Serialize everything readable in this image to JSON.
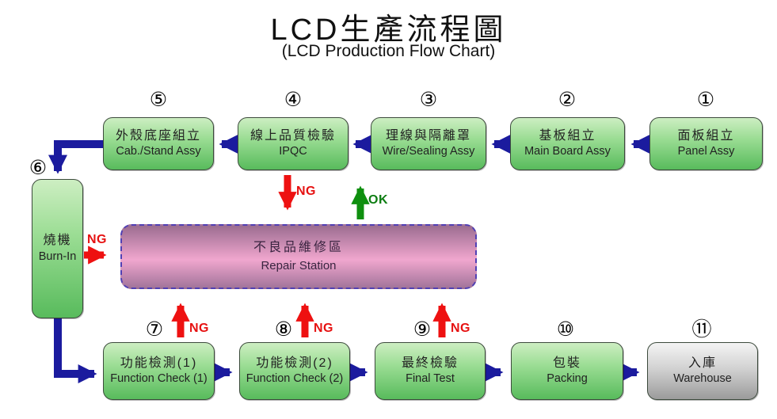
{
  "title": "LCD生產流程圖",
  "subtitle": "(LCD Production Flow Chart)",
  "labels": {
    "ng": "NG",
    "ok": "OK"
  },
  "colors": {
    "flow_arrow_blue": "#1b1b9e",
    "ng_red": "#ee1111",
    "ok_green": "#0f8f0f",
    "process_green_top": "#cdeec2",
    "process_green_bottom": "#58bb5c",
    "repair_pink_mid": "#f0a6ce",
    "repair_border_purple": "#5140b4",
    "warehouse_gray": "#c9c9c9"
  },
  "nodes": [
    {
      "num": "①",
      "zh": "面板組立",
      "en": "Panel Assy"
    },
    {
      "num": "②",
      "zh": "基板組立",
      "en": "Main Board Assy"
    },
    {
      "num": "③",
      "zh": "理線與隔離罩",
      "en": "Wire/Sealing Assy"
    },
    {
      "num": "④",
      "zh": "線上品質檢驗",
      "en": "IPQC"
    },
    {
      "num": "⑤",
      "zh": "外殼底座組立",
      "en": "Cab./Stand Assy"
    },
    {
      "num": "⑥",
      "zh": "燒機",
      "en": "Burn-In"
    },
    {
      "num": "⑦",
      "zh": "功能檢測(1)",
      "en": "Function Check (1)"
    },
    {
      "num": "⑧",
      "zh": "功能檢測(2)",
      "en": "Function Check (2)"
    },
    {
      "num": "⑨",
      "zh": "最終檢驗",
      "en": "Final Test"
    },
    {
      "num": "⑩",
      "zh": "包裝",
      "en": "Packing"
    },
    {
      "num": "⑪",
      "zh": "入庫",
      "en": "Warehouse"
    }
  ],
  "repair": {
    "zh": "不良品維修區",
    "en": "Repair Station"
  }
}
